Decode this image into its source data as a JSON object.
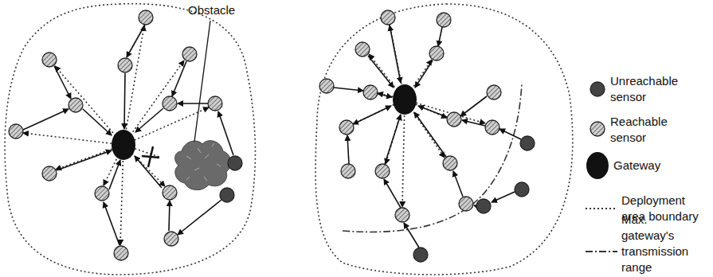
{
  "diagram": {
    "labels": [
      "Obstacle"
    ],
    "legend": [
      {
        "text": "Unreachable sensor"
      },
      {
        "text": "Reachable sensor"
      },
      {
        "text": "Gateway"
      },
      {
        "text": "Deployment area boundary"
      },
      {
        "text": "Max. gateway's transmission range"
      }
    ]
  }
}
